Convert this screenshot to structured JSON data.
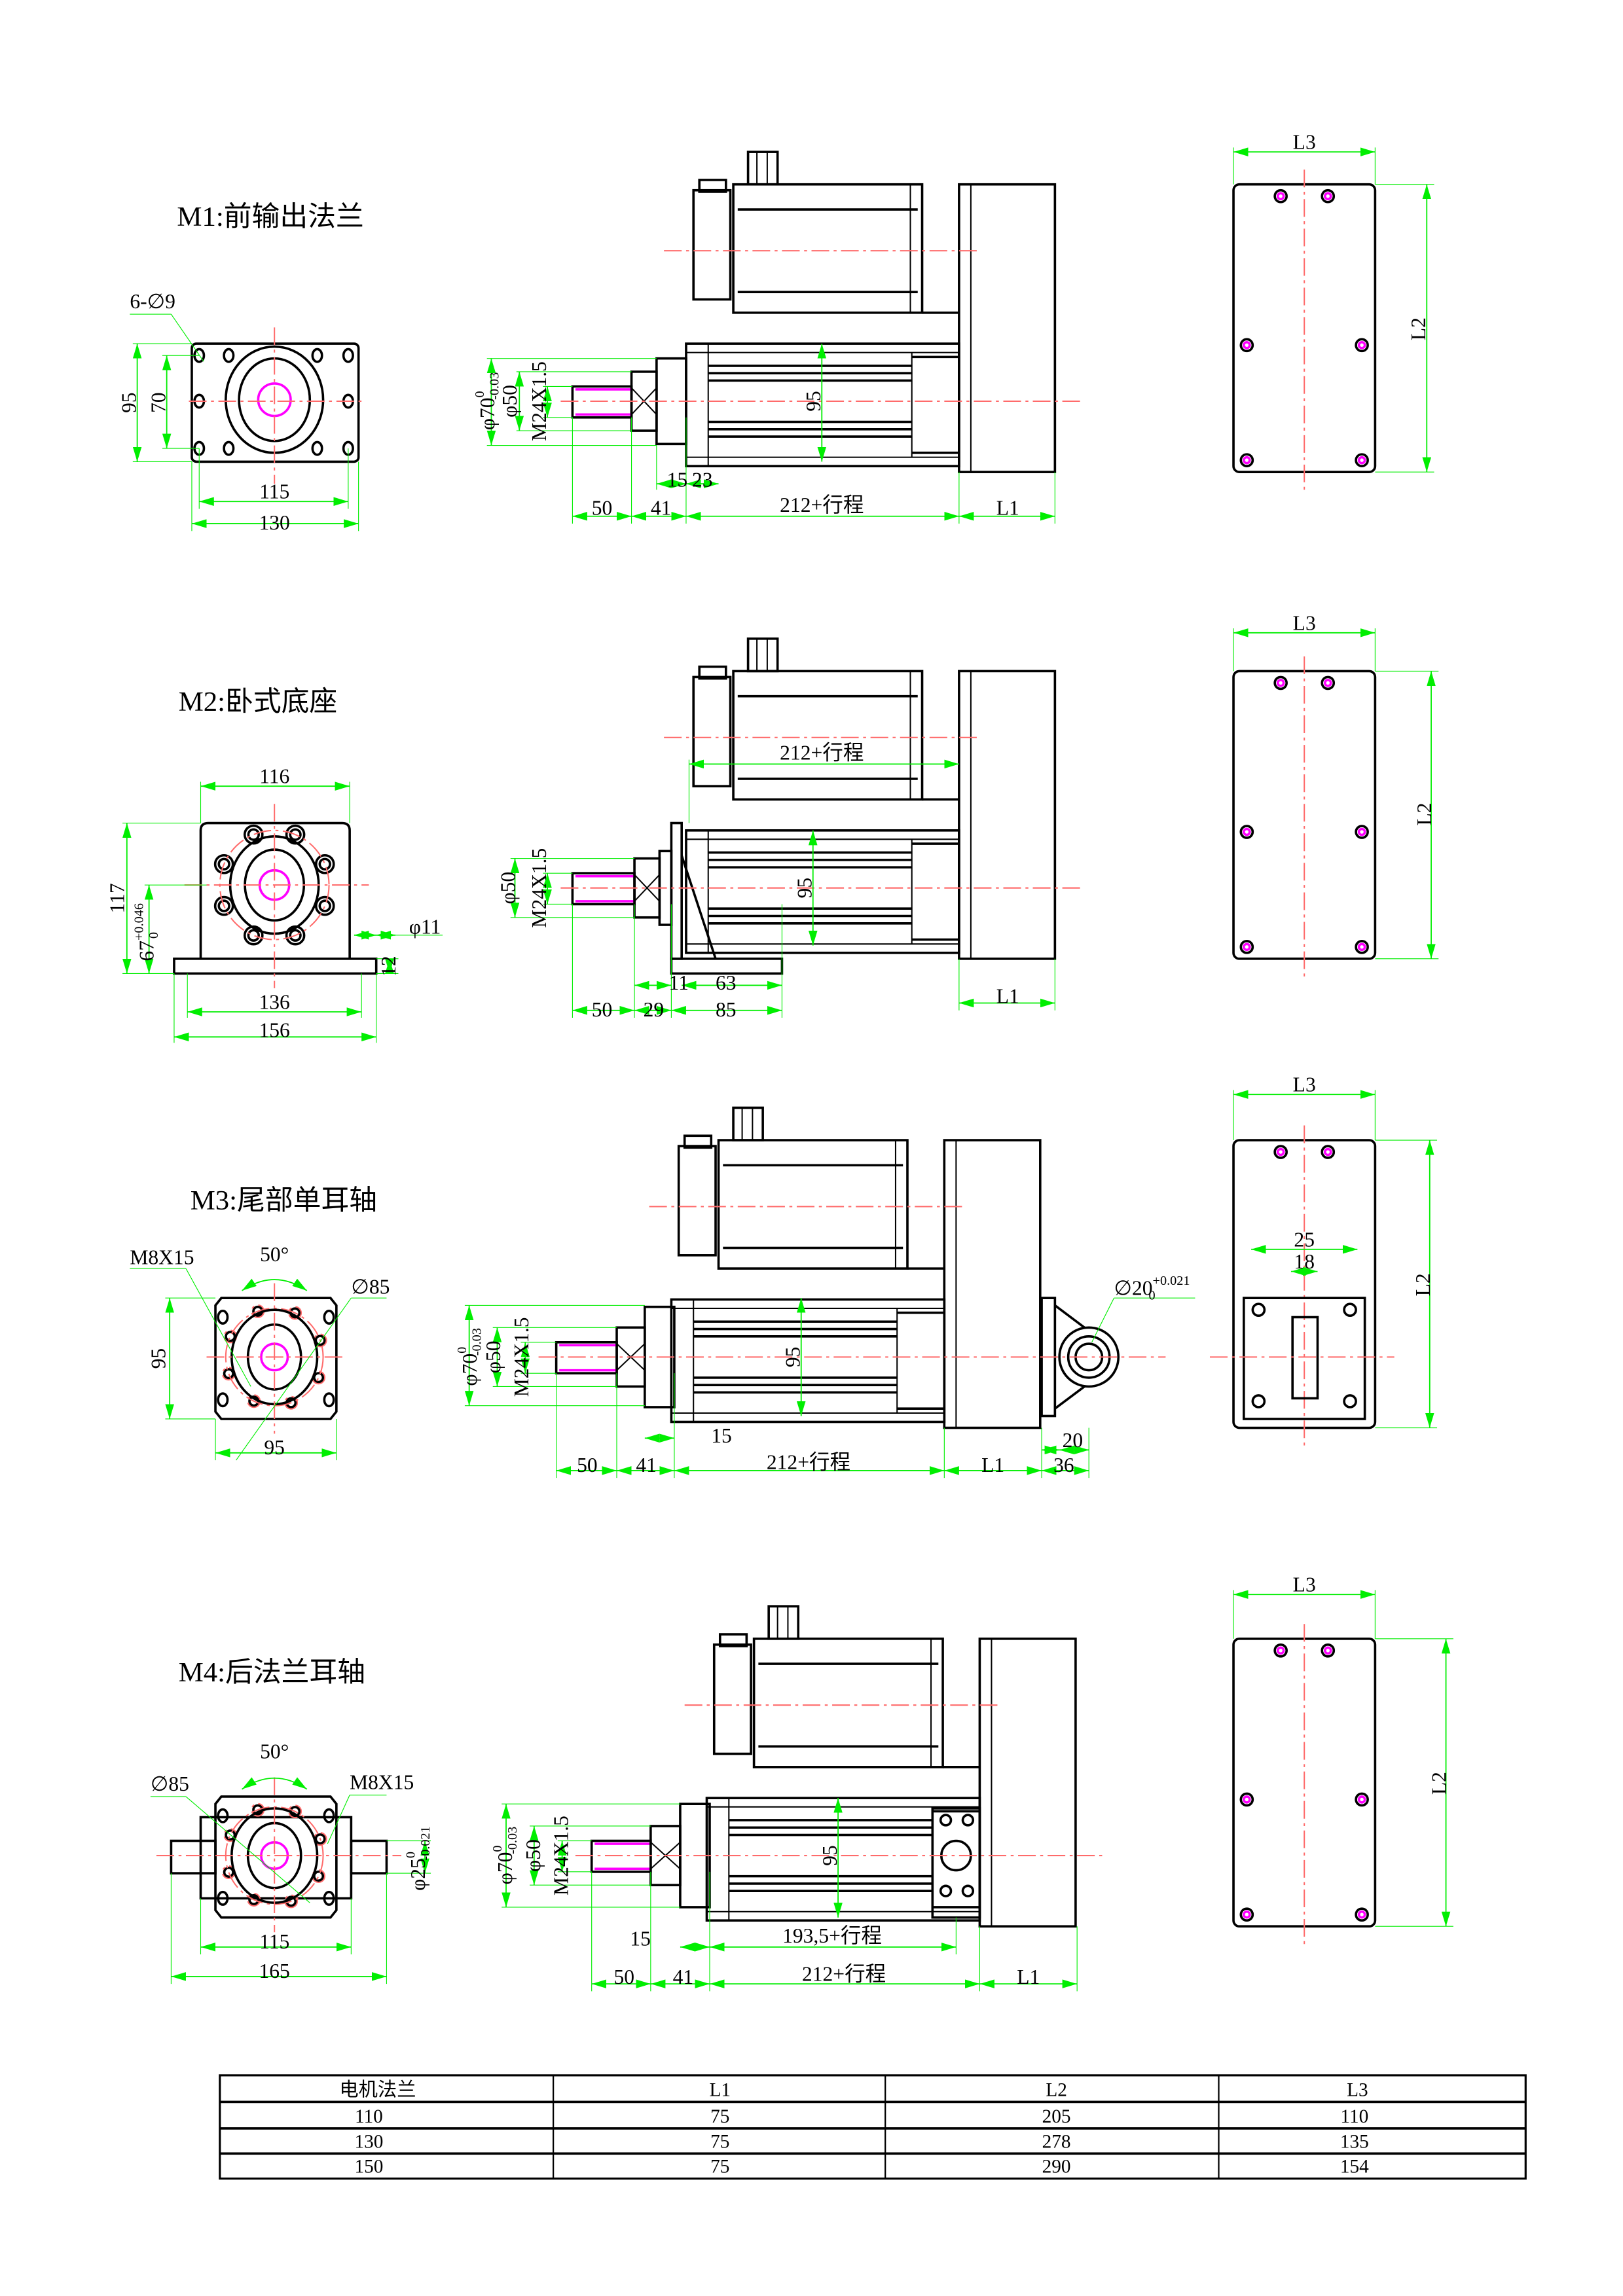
{
  "views": [
    {
      "title": "M1:前输出法兰",
      "front": {
        "holes": "6-∅9",
        "h_outer": "95",
        "h_inner": "70",
        "w_inner": "115",
        "w_outer": "130"
      },
      "side": {
        "d70": "φ70",
        "d70_up": "0",
        "d70_low": "-0.03",
        "d50": "φ50",
        "thread": "M24X1.5",
        "height": "95",
        "d15": "15",
        "d23": "23",
        "len50": "50",
        "len41": "41",
        "stroke": "212+行程",
        "l1": "L1"
      },
      "end": {
        "l3": "L3",
        "l2": "L2"
      }
    },
    {
      "title": "M2:卧式底座",
      "front": {
        "w_top": "116",
        "h_total": "117",
        "h_center": "67",
        "h_center_up": "+0.046",
        "h_center_low": "0",
        "foot_hole": "φ11",
        "foot_thk": "12",
        "w_holes": "136",
        "w_base": "156"
      },
      "side": {
        "d50": "φ50",
        "thread": "M24X1.5",
        "height": "95",
        "stroke": "212+行程",
        "len50": "50",
        "len29": "29",
        "len85": "85",
        "len11": "11",
        "len63": "63",
        "l1": "L1"
      },
      "end": {
        "l3": "L3",
        "l2": "L2"
      }
    },
    {
      "title": "M3:尾部单耳轴",
      "front": {
        "thread": "M8X15",
        "angle": "50°",
        "pcd": "∅85",
        "height": "95",
        "width": "95"
      },
      "side": {
        "d70": "φ70",
        "d70_up": "0",
        "d70_low": "-0.03",
        "d50": "φ50",
        "thread": "M24X1.5",
        "height": "95",
        "d15": "15",
        "len50": "50",
        "len41": "41",
        "stroke": "212+行程",
        "l1": "L1",
        "d20": "20",
        "d36": "36",
        "pin": "∅20",
        "pin_up": "+0.021",
        "pin_low": "0"
      },
      "end": {
        "l3": "L3",
        "l2": "L2",
        "w25": "25",
        "w18": "18"
      }
    },
    {
      "title": "M4:后法兰耳轴",
      "front": {
        "angle": "50°",
        "pcd": "∅85",
        "thread": "M8X15",
        "w_inner": "115",
        "w_outer": "165",
        "shaft": "φ25",
        "shaft_up": "0",
        "shaft_low": "-0.021"
      },
      "side": {
        "d70": "φ70",
        "d70_up": "0",
        "d70_low": "-0.03",
        "d50": "φ50",
        "thread": "M24X1.5",
        "height": "95",
        "d15": "15",
        "trunnion": "193,5+行程",
        "len50": "50",
        "len41": "41",
        "stroke": "212+行程",
        "l1": "L1"
      },
      "end": {
        "l3": "L3",
        "l2": "L2"
      }
    }
  ],
  "table": {
    "headers": [
      "电机法兰",
      "L1",
      "L2",
      "L3"
    ],
    "rows": [
      [
        "110",
        "75",
        "205",
        "110"
      ],
      [
        "130",
        "75",
        "278",
        "135"
      ],
      [
        "150",
        "75",
        "290",
        "154"
      ]
    ]
  },
  "colors": {
    "outline": "#000000",
    "dimension": "#00ee00",
    "centerline": "#ff6b6b",
    "bore": "#ff00ff"
  }
}
